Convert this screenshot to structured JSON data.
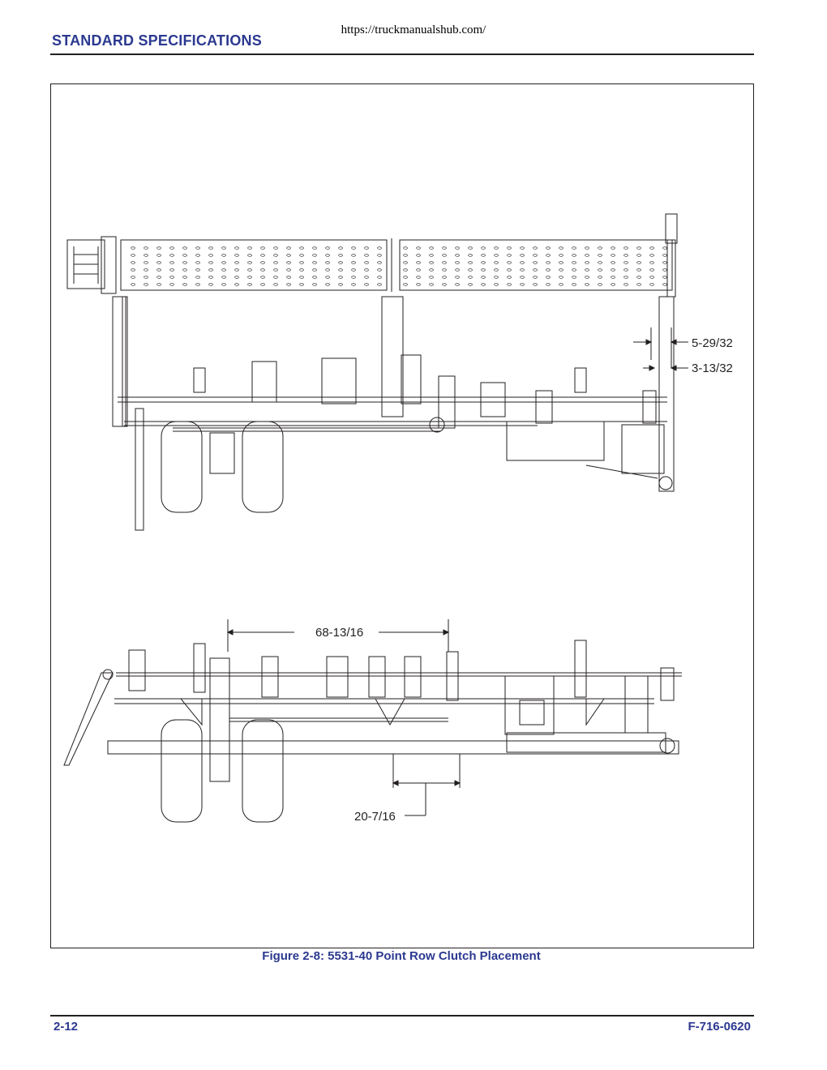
{
  "header": {
    "url": "https://truckmanualshub.com/",
    "section_title": "STANDARD SPECIFICATIONS"
  },
  "figure": {
    "caption": "Figure 2-8:  5531-40 Point Row Clutch Placement",
    "dimensions": {
      "top_view_1": "5-29/32",
      "top_view_2": "3-13/32",
      "side_view_1": "68-13/16",
      "side_view_2": "20-7/16"
    }
  },
  "footer": {
    "page_number": "2-12",
    "document_id": "F-716-0620"
  }
}
